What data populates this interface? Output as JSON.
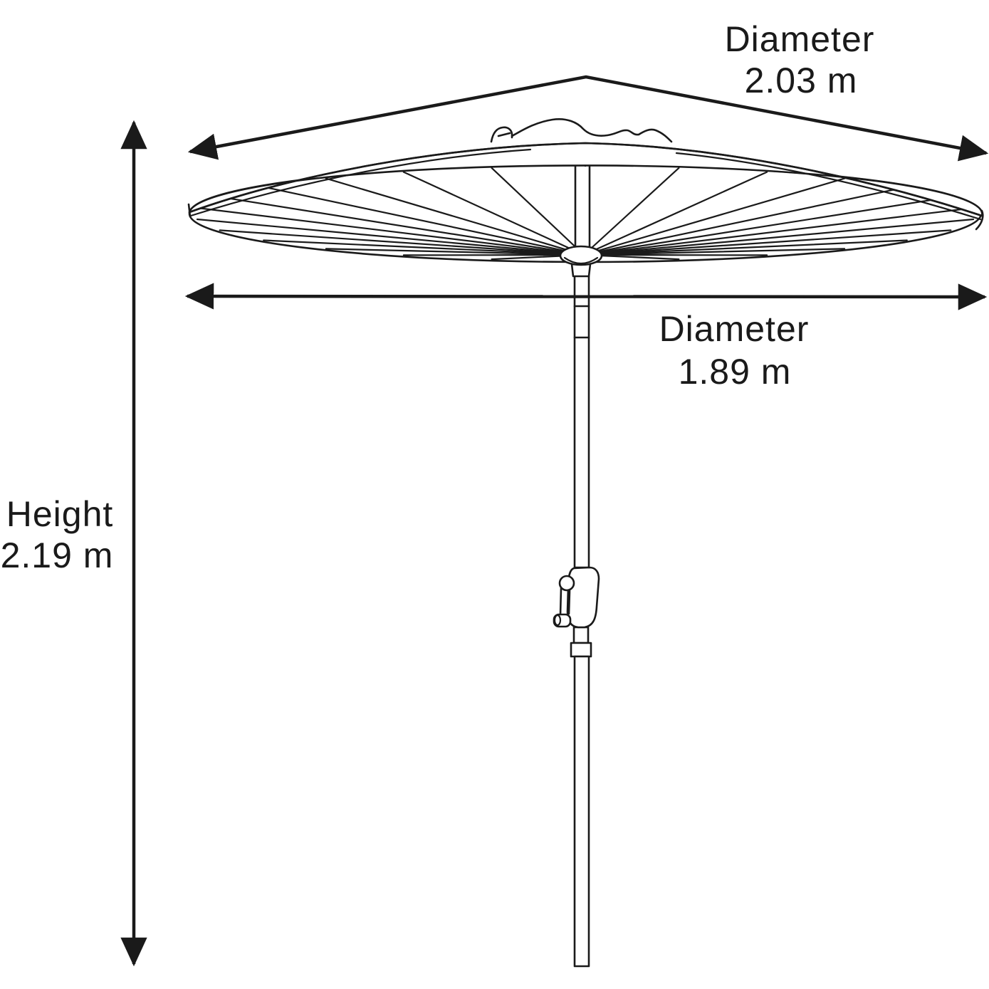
{
  "colors": {
    "line": "#1a1a1a",
    "background": "#ffffff"
  },
  "annotations": {
    "slant_diameter": {
      "label": "Diameter",
      "value": "2.03 m"
    },
    "horizontal_diameter": {
      "label": "Diameter",
      "value": "1.89 m"
    },
    "height": {
      "label": "Height",
      "value": "2.19 m"
    }
  }
}
